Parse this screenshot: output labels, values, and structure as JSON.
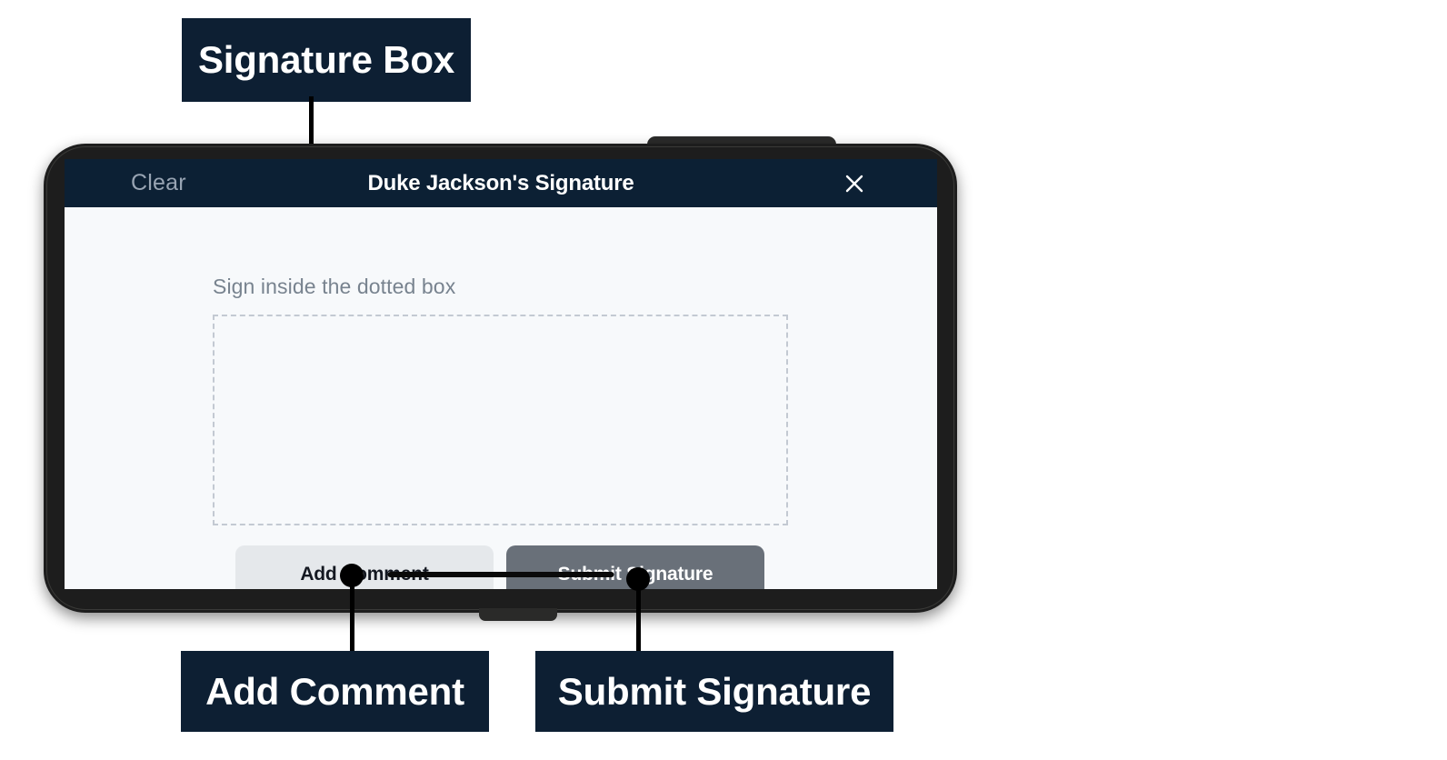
{
  "annotations": [
    {
      "id": "signature-box",
      "label": "Signature Box"
    },
    {
      "id": "add-comment",
      "label": "Add Comment"
    },
    {
      "id": "submit-signature",
      "label": "Submit Signature"
    }
  ],
  "annotation_labels": {
    "signature_box": "Signature Box",
    "add_comment": "Add Comment",
    "submit_signature": "Submit Signature"
  },
  "app": {
    "header": {
      "clear_label": "Clear",
      "title": "Duke Jackson's Signature",
      "close_icon": "close-icon",
      "background_color": "#0c2034",
      "title_color": "#ffffff",
      "clear_color": "#98a4b3"
    },
    "body": {
      "instruction": "Sign inside the dotted box",
      "instruction_color": "#78838f",
      "signature_canvas": {
        "name": "signature-canvas",
        "value": "",
        "border_style": "dashed",
        "border_color": "#c3c9d2",
        "background_color": "transparent"
      },
      "buttons": [
        {
          "id": "add-comment",
          "label": "Add Comment",
          "background_color": "#e5e8eb",
          "text_color": "#141821"
        },
        {
          "id": "submit-signature",
          "label": "Submit Signature",
          "background_color": "#697079",
          "text_color": "#ffffff"
        }
      ]
    },
    "screen_background_color": "#f7f9fb"
  },
  "device": {
    "frame_color": "#1d1d1d",
    "home_indicator_color": "#0a0a0a"
  },
  "theme": {
    "callout_background": "#0d1f33",
    "callout_text": "#ffffff",
    "leader_color": "#000000",
    "page_background": "#ffffff"
  }
}
